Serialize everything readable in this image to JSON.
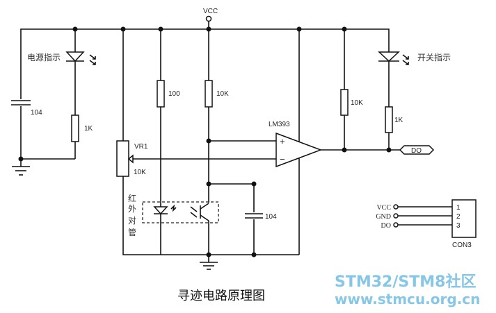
{
  "title": "寻迹电路原理图",
  "watermark": {
    "line1": "STM32/STM8社区",
    "line2": "www.stmcu.org.cn",
    "color": "#86c6e6"
  },
  "labels": {
    "vcc": "VCC",
    "power_led": "电源指示",
    "switch_led": "开关指示",
    "cap_left": "104",
    "cap_right": "104",
    "r_power_led": "1K",
    "r_ir_led": "100",
    "r_photo": "10K",
    "vr": "VR1",
    "vr_value": "10K",
    "comparator": "LM393",
    "comp_plus": "+",
    "comp_minus": "−",
    "r_pullup": "10K",
    "r_switch_led": "1K",
    "do_port": "DO",
    "ir_pair": [
      "红",
      "外",
      "对",
      "管"
    ]
  },
  "connector": {
    "name": "CON3",
    "pins": [
      {
        "signal": "VCC",
        "number": "1"
      },
      {
        "signal": "GND",
        "number": "2"
      },
      {
        "signal": "DO",
        "number": "3"
      }
    ]
  }
}
